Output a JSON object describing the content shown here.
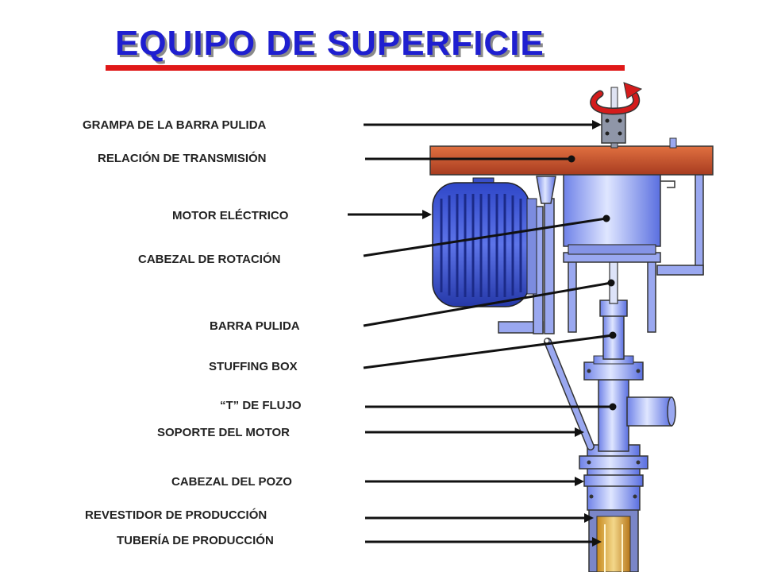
{
  "title": "EQUIPO DE SUPERFICIE",
  "labels": {
    "grampa": "GRAMPA DE LA BARRA PULIDA",
    "relacion": "RELACIÓN DE TRANSMISIÓN",
    "motor": "MOTOR ELÉCTRICO",
    "cabezal_rotacion": "CABEZAL DE ROTACIÓN",
    "barra_pulida": "BARRA PULIDA",
    "stuffing_box": "STUFFING BOX",
    "t_flujo": "“T” DE FLUJO",
    "soporte_motor": "SOPORTE DEL MOTOR",
    "cabezal_pozo": "CABEZAL DEL POZO",
    "revestidor": "REVESTIDOR DE PRODUCCIÓN",
    "tuberia": "TUBERÍA DE PRODUCCIÓN"
  },
  "colors": {
    "title": "#1f1fd0",
    "underline": "#e01818",
    "equipment_blue": "#9aa8f0",
    "transmission_red": "#c8552e",
    "rotation_arrow": "#d41c1c"
  }
}
